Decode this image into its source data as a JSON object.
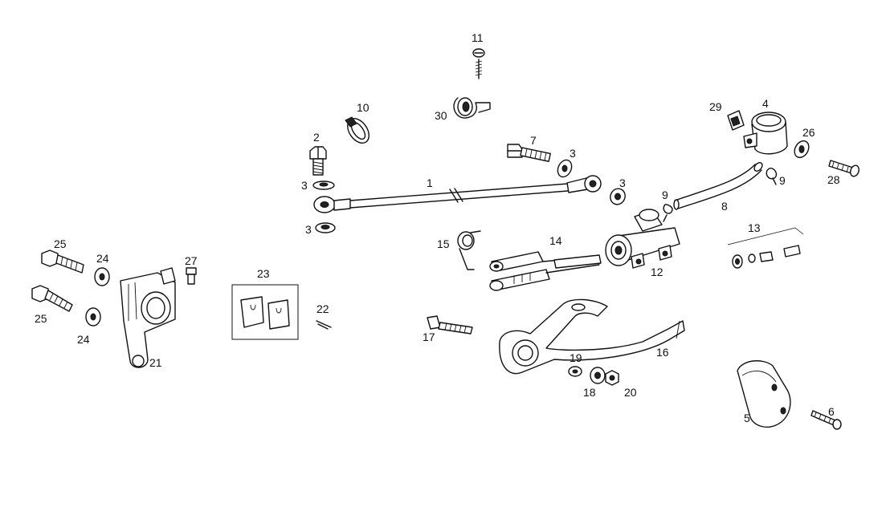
{
  "diagram": {
    "labels": {
      "l1": "1",
      "l2": "2",
      "l3a": "3",
      "l3b": "3",
      "l3c": "3",
      "l3d": "3",
      "l4": "4",
      "l5": "5",
      "l6": "6",
      "l7": "7",
      "l8": "8",
      "l9a": "9",
      "l9b": "9",
      "l10": "10",
      "l11": "11",
      "l12": "12",
      "l13": "13",
      "l14": "14",
      "l15": "15",
      "l16": "16",
      "l17": "17",
      "l18": "18",
      "l19": "19",
      "l20": "20",
      "l21": "21",
      "l22": "22",
      "l23": "23",
      "l24a": "24",
      "l24b": "24",
      "l25a": "25",
      "l25b": "25",
      "l26": "26",
      "l27": "27",
      "l28": "28",
      "l29": "29",
      "l30": "30"
    }
  }
}
